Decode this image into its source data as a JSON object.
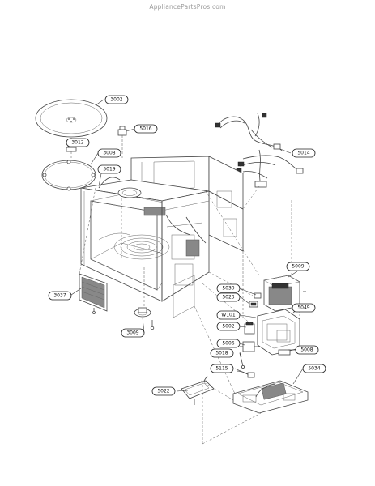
{
  "watermark": "AppliancePartsPros.com",
  "parts": [
    {
      "id": "p3002",
      "label": "3002"
    },
    {
      "id": "p3012",
      "label": "3012"
    },
    {
      "id": "p3008",
      "label": "3008"
    },
    {
      "id": "p5016",
      "label": "5016"
    },
    {
      "id": "p5019",
      "label": "5019"
    },
    {
      "id": "p5014",
      "label": "5014"
    },
    {
      "id": "p5009",
      "label": "5009"
    },
    {
      "id": "p5030",
      "label": "5030"
    },
    {
      "id": "p5023",
      "label": "5023"
    },
    {
      "id": "p3037",
      "label": "3037"
    },
    {
      "id": "pW101",
      "label": "W101"
    },
    {
      "id": "p5049",
      "label": "5049"
    },
    {
      "id": "p5002",
      "label": "5002"
    },
    {
      "id": "p5006",
      "label": "5006"
    },
    {
      "id": "p5008",
      "label": "5008"
    },
    {
      "id": "p3009",
      "label": "3009"
    },
    {
      "id": "p5018",
      "label": "5018"
    },
    {
      "id": "p5115",
      "label": "5115"
    },
    {
      "id": "p5034",
      "label": "5034"
    },
    {
      "id": "p5022",
      "label": "5022"
    }
  ]
}
